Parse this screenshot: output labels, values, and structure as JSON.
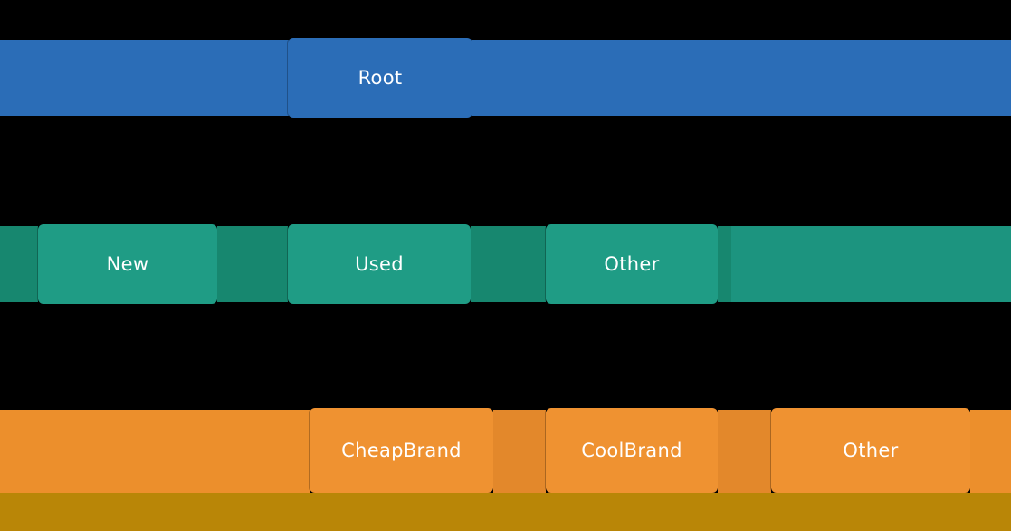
{
  "chart_data": {
    "type": "icicle",
    "orientation": "top-down",
    "title": "",
    "legend": false,
    "grid": false,
    "hierarchy_levels": [
      {
        "depth": 0,
        "labels": [
          "Root"
        ]
      },
      {
        "depth": 1,
        "labels": [
          "New",
          "Used",
          "Other"
        ]
      },
      {
        "depth": 2,
        "labels": [
          "CheapBrand",
          "CoolBrand",
          "Other"
        ]
      },
      {
        "depth": 3,
        "labels": []
      }
    ]
  },
  "tiles": {
    "root": {
      "label": "Root"
    },
    "new": {
      "label": "New"
    },
    "used": {
      "label": "Used"
    },
    "other_l1": {
      "label": "Other"
    },
    "cheapbrand": {
      "label": "CheapBrand"
    },
    "coolbrand": {
      "label": "CoolBrand"
    },
    "other_l2": {
      "label": "Other"
    }
  },
  "colors": {
    "background": "#000000",
    "text": "#ffffff",
    "blue": "#2b6db7",
    "teal_tile": "#1f9c85",
    "teal_dark": "#17876f",
    "teal_mid": "#1c947f",
    "orange_tile": "#ef9231",
    "orange_flat": "#ec8f2c",
    "orange_sep": "#e3882b",
    "gold": "#b98607"
  }
}
